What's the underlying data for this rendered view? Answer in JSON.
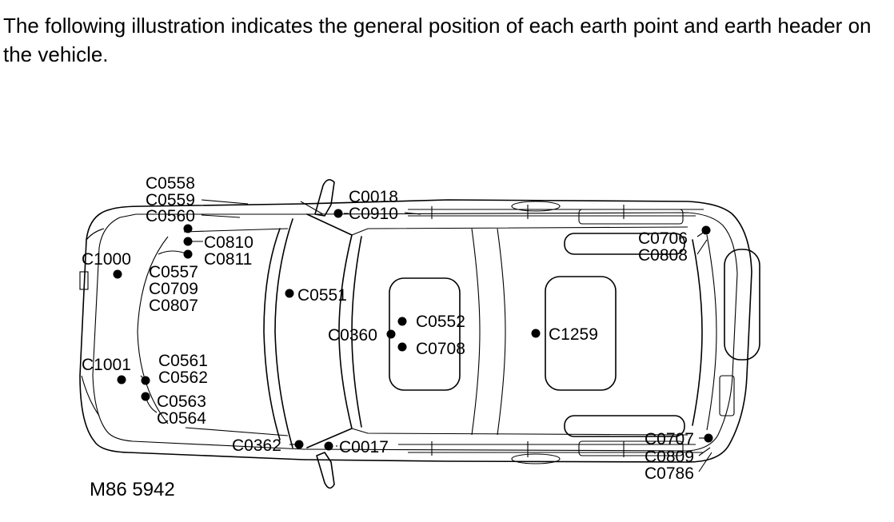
{
  "intro_text": "The following illustration indicates the general position of each earth point and earth header on the vehicle.",
  "figure_id": "M86 5942",
  "labels": {
    "c0558": "C0558",
    "c0559": "C0559",
    "c0560": "C0560",
    "c0810": "C0810",
    "c0811": "C0811",
    "c1000": "C1000",
    "c0557": "C0557",
    "c0709": "C0709",
    "c0807": "C0807",
    "c0018": "C0018",
    "c0910": "C0910",
    "c0551": "C0551",
    "c0552": "C0552",
    "c0360": "C0360",
    "c0708": "C0708",
    "c1259": "C1259",
    "c0706": "C0706",
    "c0808": "C0808",
    "c1001": "C1001",
    "c0561": "C0561",
    "c0562": "C0562",
    "c0563": "C0563",
    "c0564": "C0564",
    "c0362": "C0362",
    "c0017": "C0017",
    "c0707": "C0707",
    "c0809": "C0809",
    "c0786": "C0786"
  }
}
